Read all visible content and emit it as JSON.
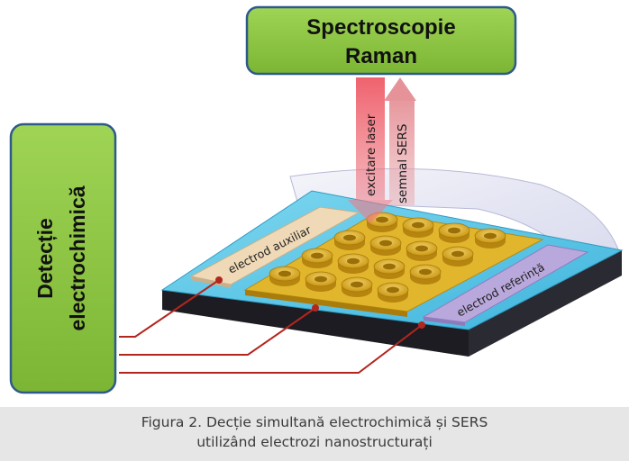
{
  "boxes": {
    "raman_line1": "Spectroscopie",
    "raman_line2": "Raman",
    "electro_line1": "Detecție",
    "electro_line2": "electrochimică"
  },
  "arrows": {
    "excitation": "excitare laser",
    "signal": "semnal SERS"
  },
  "electrodes": {
    "auxiliary": "electrod auxiliar",
    "reference": "electrod referință"
  },
  "caption": {
    "line1": "Figura 2. Decție simultană electrochimică și SERS",
    "line2": "utilizând electrozi nanostructurați"
  },
  "colors": {
    "box_fill": "#8cc63f",
    "box_border": "#2d5a8a",
    "substrate_top": "#5bc8e8",
    "gold": "#e2b62c",
    "wire": "#b3261e",
    "laser": "#e8505b",
    "signal": "#e8a0a6"
  }
}
